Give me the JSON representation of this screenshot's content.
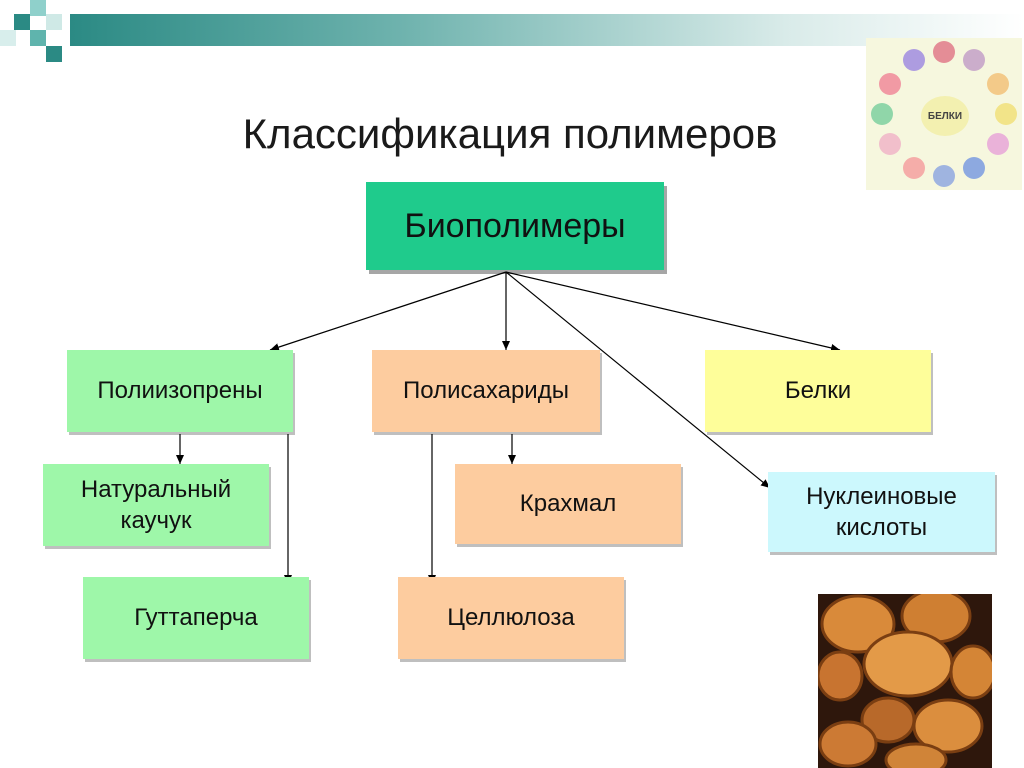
{
  "title": "Классификация полимеров",
  "root": "Биополимеры",
  "boxes": {
    "polyisoprenes": "Полиизопрены",
    "natural_rubber": "Натуральный\nкаучук",
    "gutta_percha": "Гуттаперча",
    "polysaccharides": "Полисахариды",
    "starch": "Крахмал",
    "cellulose": "Целлюлоза",
    "proteins": "Белки",
    "nucleic_acids": "Нуклеиновые\nкислоты"
  },
  "wheel": {
    "center": "БЕЛКИ"
  },
  "colors": {
    "root": "#1fcb8c",
    "green": "#9ef7a9",
    "orange": "#fdcc9f",
    "yellow": "#fefe9a",
    "cyan": "#ccf8fd",
    "accent": "#2b8a84"
  }
}
